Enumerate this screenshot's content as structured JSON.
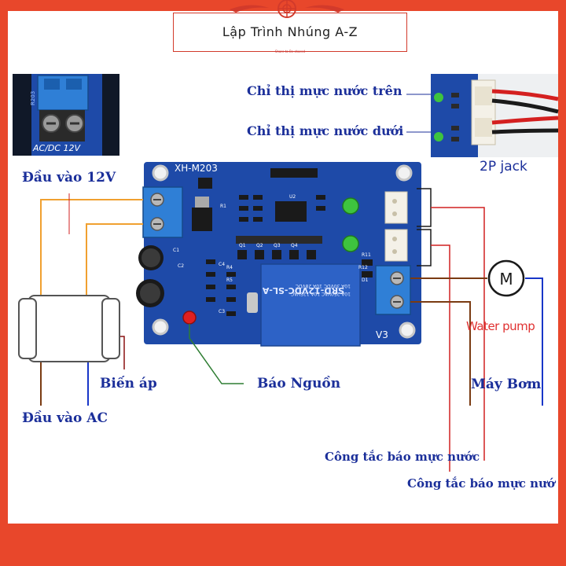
{
  "logo": {
    "title": "Lập Trình Nhúng A-Z",
    "subtitle": "Share to Be shared"
  },
  "board": {
    "model": "XH-M203",
    "relay_text": [
      "SRD-12VDC-SL-A",
      "10A 250VAC 10A 125VAC",
      "10A 30VDC 10A 28VDC"
    ],
    "version": "V3",
    "terminal_inset_label": "AC/DC 12V",
    "component_labels": [
      "R1",
      "U2",
      "Q1",
      "Q2",
      "Q3",
      "Q4",
      "C1",
      "C2",
      "C4",
      "R4",
      "R5",
      "R11",
      "R12",
      "D1",
      "C3"
    ]
  },
  "labels": {
    "input_12v": "Đầu vào 12V",
    "transformer": "Biến áp",
    "input_ac": "Đầu vào AC",
    "power_indicator": "Báo Nguồn",
    "upper_level_indicator": "Chỉ thị mực nước trên",
    "lower_level_indicator": "Chỉ thị mực nước dưới",
    "jack": "2P jack",
    "motor": "M",
    "water_pump": "Water pump",
    "pump_vn": "Máy Bơm",
    "switch_1": "Công tắc báo mực nước",
    "switch_2": "Công tắc báo mực nướ"
  },
  "colors": {
    "background": "#e8472b",
    "board": "#1e4aa8",
    "label_blue": "#1b2f9a",
    "wire_orange": "#f0a030",
    "wire_brown": "#7a3b12",
    "wire_blue": "#1836c8",
    "wire_red": "#d02020",
    "wire_green": "#2e7d32"
  }
}
